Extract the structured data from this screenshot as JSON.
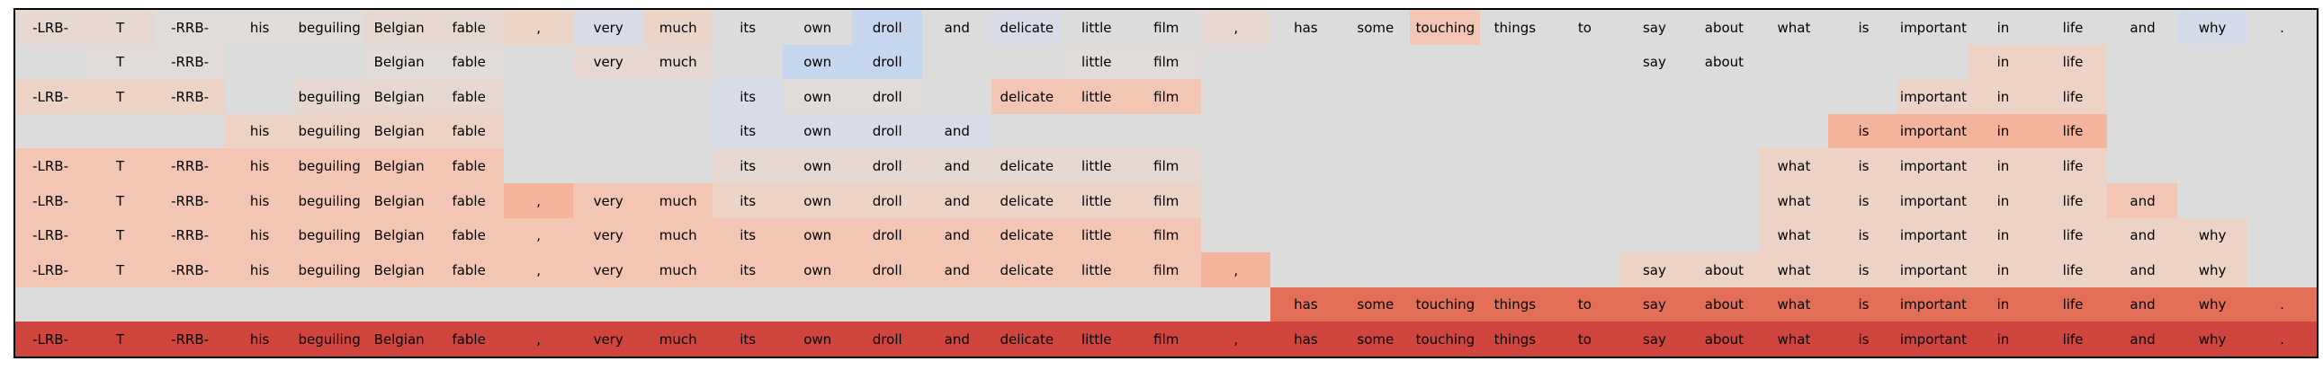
{
  "chart_data": {
    "type": "heatmap",
    "tokens": [
      "-LRB-",
      "T",
      "-RRB-",
      "his",
      "beguiling",
      "Belgian",
      "fable",
      ",",
      "very",
      "much",
      "its",
      "own",
      "droll",
      "and",
      "delicate",
      "little",
      "film",
      ",",
      "has",
      "some",
      "touching",
      "things",
      "to",
      "say",
      "about",
      "what",
      "is",
      "important",
      "in",
      "life",
      "and",
      "why",
      "."
    ],
    "rows": [
      {
        "visible": [
          1,
          1,
          1,
          1,
          1,
          1,
          1,
          1,
          1,
          1,
          1,
          1,
          1,
          1,
          1,
          1,
          1,
          1,
          1,
          1,
          1,
          1,
          1,
          1,
          1,
          1,
          1,
          1,
          1,
          1,
          1,
          1,
          1
        ],
        "colors": [
          "#e6d8d0",
          "#e6d8d0",
          "#e1dbd9",
          "#e1dbd9",
          "#e1dbd9",
          "#e6d8d0",
          "#e6d8d0",
          "#ead5c8",
          "#d8dce8",
          "#ead5c8",
          "#dcdcdc",
          "#dcdcdc",
          "#c6d6ee",
          "#dcdcdc",
          "#d8dce8",
          "#dcdcdc",
          "#dcdcdc",
          "#e6d8d0",
          "#dcdcdc",
          "#dcdcdc",
          "#f2c6b2",
          "#dcdcdc",
          "#dcdcdc",
          "#dcdcdc",
          "#dcdcdc",
          "#dcdcdc",
          "#dcdcdc",
          "#dcdcdc",
          "#dcdcdc",
          "#dcdcdc",
          "#dcdcdc",
          "#d3dbe8",
          "#dcdcdc"
        ]
      },
      {
        "visible": [
          0,
          1,
          1,
          0,
          0,
          1,
          1,
          0,
          1,
          1,
          0,
          1,
          1,
          0,
          0,
          1,
          1,
          0,
          0,
          0,
          0,
          0,
          0,
          1,
          1,
          0,
          0,
          0,
          1,
          1,
          0,
          0,
          0
        ],
        "colors": [
          "#dcdcdc",
          "#e1dbd9",
          "#e1dbd9",
          "#dcdcdc",
          "#dcdcdc",
          "#e1dbd9",
          "#e1dbd9",
          "#dcdcdc",
          "#e6d8d0",
          "#e6d8d0",
          "#dcdcdc",
          "#c6d6ee",
          "#c6d6ee",
          "#dcdcdc",
          "#dcdcdc",
          "#e1dbd9",
          "#e1dbd9",
          "#dcdcdc",
          "#dcdcdc",
          "#dcdcdc",
          "#dcdcdc",
          "#dcdcdc",
          "#dcdcdc",
          "#dcdcdc",
          "#dcdcdc",
          "#dcdcdc",
          "#dcdcdc",
          "#dcdcdc",
          "#ecd3c6",
          "#ecd3c6",
          "#dcdcdc",
          "#dcdcdc",
          "#dcdcdc"
        ]
      },
      {
        "visible": [
          1,
          1,
          1,
          0,
          1,
          1,
          1,
          0,
          0,
          0,
          1,
          1,
          1,
          0,
          1,
          1,
          1,
          0,
          0,
          0,
          0,
          0,
          0,
          0,
          0,
          0,
          0,
          1,
          1,
          1,
          0,
          0,
          0
        ],
        "colors": [
          "#ecd3c6",
          "#ecd3c6",
          "#ecd3c6",
          "#dcdcdc",
          "#e6d8d0",
          "#e6d8d0",
          "#e6d8d0",
          "#dcdcdc",
          "#dcdcdc",
          "#dcdcdc",
          "#d8dce8",
          "#e1dbd9",
          "#e1dbd9",
          "#dcdcdc",
          "#f2c6b2",
          "#f2c6b2",
          "#f2c6b2",
          "#dcdcdc",
          "#dcdcdc",
          "#dcdcdc",
          "#dcdcdc",
          "#dcdcdc",
          "#dcdcdc",
          "#dcdcdc",
          "#dcdcdc",
          "#dcdcdc",
          "#dcdcdc",
          "#ecd3c6",
          "#ecd3c6",
          "#ecd3c6",
          "#dcdcdc",
          "#dcdcdc",
          "#dcdcdc"
        ]
      },
      {
        "visible": [
          0,
          0,
          0,
          1,
          1,
          1,
          1,
          0,
          0,
          0,
          1,
          1,
          1,
          1,
          0,
          0,
          0,
          0,
          0,
          0,
          0,
          0,
          0,
          0,
          0,
          0,
          1,
          1,
          1,
          1,
          0,
          0,
          0
        ],
        "colors": [
          "#dcdcdc",
          "#dcdcdc",
          "#dcdcdc",
          "#ecd3c6",
          "#ecd3c6",
          "#ecd3c6",
          "#ecd3c6",
          "#dcdcdc",
          "#dcdcdc",
          "#dcdcdc",
          "#d8dce8",
          "#d8dce8",
          "#d8dce8",
          "#d8dce8",
          "#dcdcdc",
          "#dcdcdc",
          "#dcdcdc",
          "#dcdcdc",
          "#dcdcdc",
          "#dcdcdc",
          "#dcdcdc",
          "#dcdcdc",
          "#dcdcdc",
          "#dcdcdc",
          "#dcdcdc",
          "#dcdcdc",
          "#f4b49c",
          "#f4b49c",
          "#f4b49c",
          "#f4b49c",
          "#dcdcdc",
          "#dcdcdc",
          "#dcdcdc"
        ]
      },
      {
        "visible": [
          1,
          1,
          1,
          1,
          1,
          1,
          1,
          0,
          0,
          0,
          1,
          1,
          1,
          1,
          1,
          1,
          1,
          0,
          0,
          0,
          0,
          0,
          0,
          0,
          0,
          1,
          1,
          1,
          1,
          1,
          0,
          0,
          0
        ],
        "colors": [
          "#f2c6b2",
          "#f2c6b2",
          "#f2c6b2",
          "#f2c6b2",
          "#f2c6b2",
          "#f2c6b2",
          "#f2c6b2",
          "#dcdcdc",
          "#dcdcdc",
          "#dcdcdc",
          "#e6d8d0",
          "#e6d8d0",
          "#e6d8d0",
          "#e6d8d0",
          "#e6d8d0",
          "#e6d8d0",
          "#e6d8d0",
          "#dcdcdc",
          "#dcdcdc",
          "#dcdcdc",
          "#dcdcdc",
          "#dcdcdc",
          "#dcdcdc",
          "#dcdcdc",
          "#dcdcdc",
          "#ecd3c6",
          "#ecd3c6",
          "#ecd3c6",
          "#ecd3c6",
          "#ecd3c6",
          "#dcdcdc",
          "#dcdcdc",
          "#dcdcdc"
        ]
      },
      {
        "visible": [
          1,
          1,
          1,
          1,
          1,
          1,
          1,
          1,
          1,
          1,
          1,
          1,
          1,
          1,
          1,
          1,
          1,
          0,
          0,
          0,
          0,
          0,
          0,
          0,
          0,
          1,
          1,
          1,
          1,
          1,
          1,
          0,
          0
        ],
        "colors": [
          "#f2c6b2",
          "#f2c6b2",
          "#f2c6b2",
          "#f2c6b2",
          "#f2c6b2",
          "#f2c6b2",
          "#f2c6b2",
          "#f4b49c",
          "#f2c6b2",
          "#f2c6b2",
          "#ecd3c6",
          "#ecd3c6",
          "#ecd3c6",
          "#ecd3c6",
          "#ecd3c6",
          "#ecd3c6",
          "#ecd3c6",
          "#dcdcdc",
          "#dcdcdc",
          "#dcdcdc",
          "#dcdcdc",
          "#dcdcdc",
          "#dcdcdc",
          "#dcdcdc",
          "#dcdcdc",
          "#ecd3c6",
          "#ecd3c6",
          "#ecd3c6",
          "#ecd3c6",
          "#ecd3c6",
          "#f2c6b2",
          "#dcdcdc",
          "#dcdcdc"
        ]
      },
      {
        "visible": [
          1,
          1,
          1,
          1,
          1,
          1,
          1,
          1,
          1,
          1,
          1,
          1,
          1,
          1,
          1,
          1,
          1,
          0,
          0,
          0,
          0,
          0,
          0,
          0,
          0,
          1,
          1,
          1,
          1,
          1,
          1,
          1,
          0
        ],
        "colors": [
          "#f2c6b2",
          "#f2c6b2",
          "#f2c6b2",
          "#f2c6b2",
          "#f2c6b2",
          "#f2c6b2",
          "#f2c6b2",
          "#f2c6b2",
          "#f2c6b2",
          "#f2c6b2",
          "#f2c6b2",
          "#f2c6b2",
          "#f2c6b2",
          "#f2c6b2",
          "#f2c6b2",
          "#f2c6b2",
          "#f2c6b2",
          "#dcdcdc",
          "#dcdcdc",
          "#dcdcdc",
          "#dcdcdc",
          "#dcdcdc",
          "#dcdcdc",
          "#dcdcdc",
          "#dcdcdc",
          "#ecd3c6",
          "#ecd3c6",
          "#ecd3c6",
          "#ecd3c6",
          "#ecd3c6",
          "#ecd3c6",
          "#ecd3c6",
          "#dcdcdc"
        ]
      },
      {
        "visible": [
          1,
          1,
          1,
          1,
          1,
          1,
          1,
          1,
          1,
          1,
          1,
          1,
          1,
          1,
          1,
          1,
          1,
          1,
          0,
          0,
          0,
          0,
          0,
          1,
          1,
          1,
          1,
          1,
          1,
          1,
          1,
          1,
          0
        ],
        "colors": [
          "#f2c6b2",
          "#f2c6b2",
          "#f2c6b2",
          "#f2c6b2",
          "#f2c6b2",
          "#f2c6b2",
          "#f2c6b2",
          "#f2c6b2",
          "#f2c6b2",
          "#f2c6b2",
          "#f2c6b2",
          "#f2c6b2",
          "#f2c6b2",
          "#f2c6b2",
          "#f2c6b2",
          "#f2c6b2",
          "#f2c6b2",
          "#f4b49c",
          "#dcdcdc",
          "#dcdcdc",
          "#dcdcdc",
          "#dcdcdc",
          "#dcdcdc",
          "#ecd3c6",
          "#ecd3c6",
          "#ecd3c6",
          "#ecd3c6",
          "#ecd3c6",
          "#ecd3c6",
          "#ecd3c6",
          "#ecd3c6",
          "#ecd3c6",
          "#dcdcdc"
        ]
      },
      {
        "visible": [
          0,
          0,
          0,
          0,
          0,
          0,
          0,
          0,
          0,
          0,
          0,
          0,
          0,
          0,
          0,
          0,
          0,
          0,
          1,
          1,
          1,
          1,
          1,
          1,
          1,
          1,
          1,
          1,
          1,
          1,
          1,
          1,
          1
        ],
        "colors": [
          "#dcdcdc",
          "#dcdcdc",
          "#dcdcdc",
          "#dcdcdc",
          "#dcdcdc",
          "#dcdcdc",
          "#dcdcdc",
          "#dcdcdc",
          "#dcdcdc",
          "#dcdcdc",
          "#dcdcdc",
          "#dcdcdc",
          "#dcdcdc",
          "#dcdcdc",
          "#dcdcdc",
          "#dcdcdc",
          "#dcdcdc",
          "#dcdcdc",
          "#e46f58",
          "#e46f58",
          "#e46f58",
          "#e46f58",
          "#e46f58",
          "#e46f58",
          "#e46f58",
          "#e46f58",
          "#e46f58",
          "#e46f58",
          "#e46f58",
          "#e46f58",
          "#e46f58",
          "#e46f58",
          "#e46f58"
        ]
      },
      {
        "visible": [
          1,
          1,
          1,
          1,
          1,
          1,
          1,
          1,
          1,
          1,
          1,
          1,
          1,
          1,
          1,
          1,
          1,
          1,
          1,
          1,
          1,
          1,
          1,
          1,
          1,
          1,
          1,
          1,
          1,
          1,
          1,
          1,
          1
        ],
        "colors": [
          "#d0463e",
          "#d0463e",
          "#d0463e",
          "#d0463e",
          "#d0463e",
          "#d0463e",
          "#d0463e",
          "#d0463e",
          "#d0463e",
          "#d0463e",
          "#d0463e",
          "#d0463e",
          "#d0463e",
          "#d0463e",
          "#d0463e",
          "#d0463e",
          "#d0463e",
          "#d0463e",
          "#d0463e",
          "#d0463e",
          "#d0463e",
          "#d0463e",
          "#d0463e",
          "#d0463e",
          "#d0463e",
          "#d0463e",
          "#d0463e",
          "#d0463e",
          "#d0463e",
          "#d0463e",
          "#d0463e",
          "#d0463e",
          "#d0463e"
        ]
      }
    ]
  }
}
